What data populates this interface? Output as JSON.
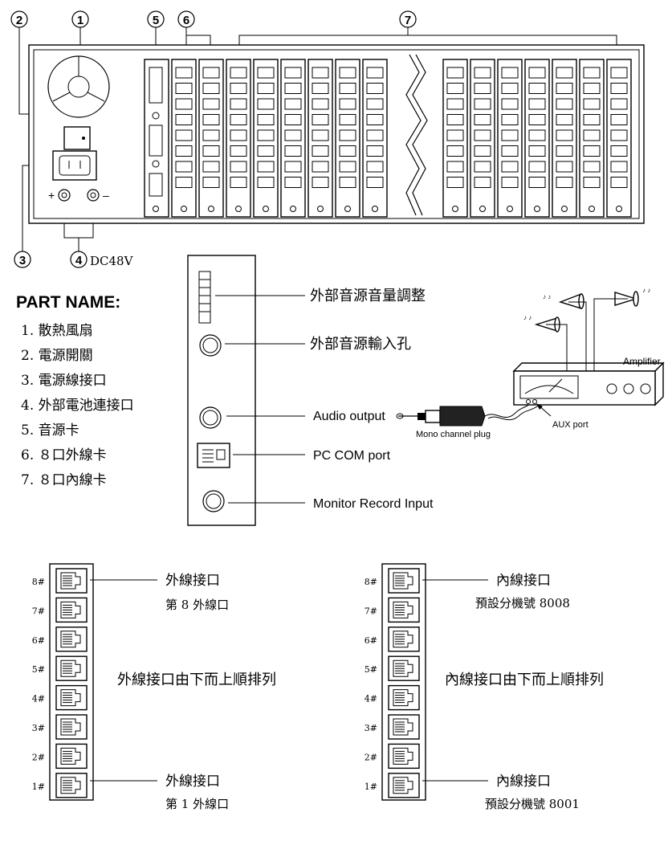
{
  "callouts": [
    "1",
    "2",
    "3",
    "4",
    "5",
    "6",
    "7"
  ],
  "power_label": "DC48V",
  "polarity": {
    "plus": "+",
    "minus": "–"
  },
  "part_name": {
    "title": "PART NAME:",
    "items": [
      "1. 散熱風扇",
      "2. 電源開關",
      "3. 電源線接口",
      "4. 外部電池連接口",
      "5. 音源卡",
      "6. ８口外線卡",
      "7. ８口內線卡"
    ]
  },
  "audio_card_labels": {
    "volume": "外部音源音量調整",
    "input": "外部音源輸入孔",
    "audio_output": "Audio output",
    "pc_com": "PC COM port",
    "monitor": "Monitor Record Input"
  },
  "amplifier": {
    "label": "Amplifier",
    "aux": "AUX port",
    "plug": "Mono channel plug"
  },
  "port_numbers": [
    "8#",
    "7#",
    "6#",
    "5#",
    "4#",
    "3#",
    "2#",
    "1#"
  ],
  "outside_card": {
    "top_label": "外線接口",
    "top_sub": "第 8 外線口",
    "middle": "外線接口由下而上順排列",
    "bottom_label": "外線接口",
    "bottom_sub": "第 1 外線口"
  },
  "inside_card": {
    "top_label": "內線接口",
    "top_sub": "預設分機號 8008",
    "middle": "內線接口由下而上順排列",
    "bottom_label": "內線接口",
    "bottom_sub": "預設分機號 8001"
  }
}
